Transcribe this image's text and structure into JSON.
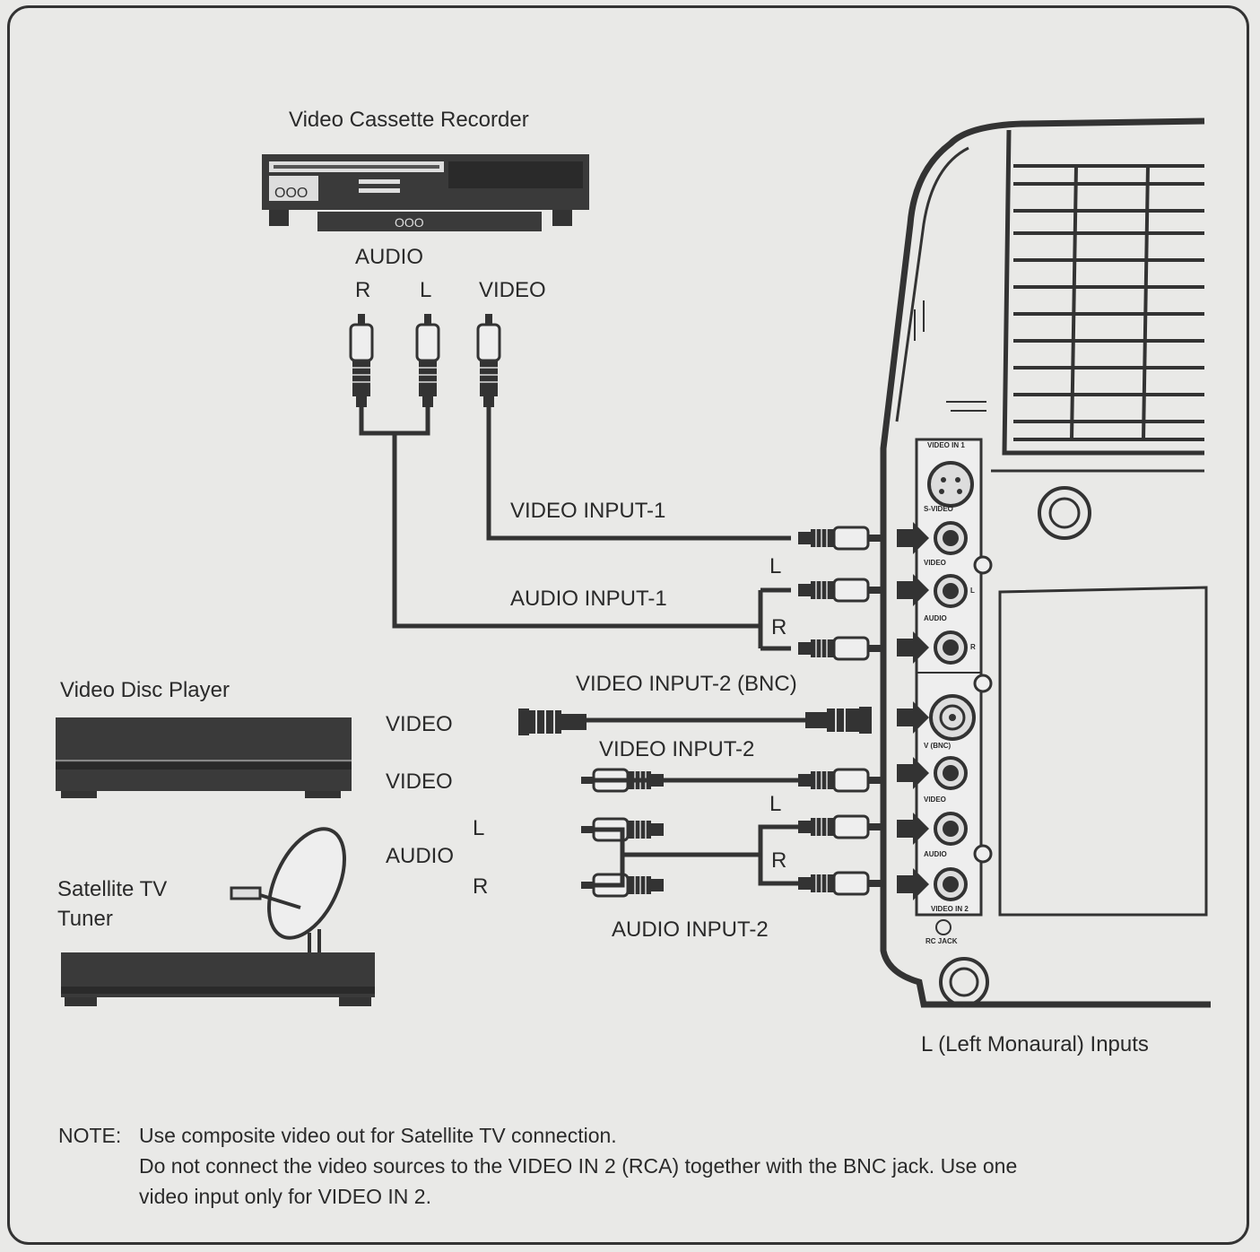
{
  "devices": {
    "vcr": "Video Cassette Recorder",
    "disc": "Video Disc Player",
    "satellite_line1": "Satellite TV",
    "satellite_line2": "Tuner"
  },
  "vcr_labels": {
    "audio": "AUDIO",
    "r": "R",
    "l": "L",
    "video": "VIDEO"
  },
  "inputs": {
    "video1": "VIDEO INPUT-1",
    "audio1": "AUDIO INPUT-1",
    "video2_bnc": "VIDEO INPUT-2 (BNC)",
    "video2": "VIDEO INPUT-2",
    "audio2": "AUDIO INPUT-2",
    "l": "L",
    "r": "R"
  },
  "source_labels": {
    "video_bnc": "VIDEO",
    "video_rca": "VIDEO",
    "audio": "AUDIO",
    "l": "L",
    "r": "R"
  },
  "panel": {
    "video_in1": "VIDEO IN 1",
    "s_video": "S-VIDEO",
    "video": "VIDEO",
    "audio": "AUDIO",
    "l": "L",
    "r": "R",
    "v_bnc": "V (BNC)",
    "video_b": "VIDEO",
    "audio_b": "AUDIO",
    "video_in2": "VIDEO IN 2",
    "rc_jack": "RC JACK"
  },
  "caption": "L (Left Monaural) Inputs",
  "note": {
    "prefix": "NOTE:",
    "line1": "Use composite video out for Satellite TV connection.",
    "line2": "Do not connect the video sources to the VIDEO IN 2 (RCA) together with the BNC jack. Use one",
    "line3": "video input only for VIDEO IN 2."
  }
}
